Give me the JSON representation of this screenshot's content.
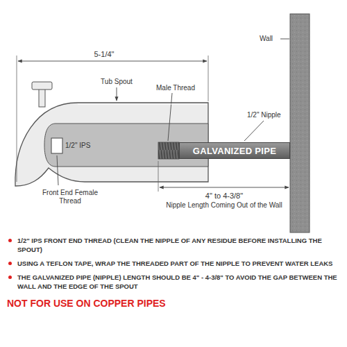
{
  "diagram": {
    "nodes": [
      {
        "text": [
          "GALVANIZED PIPE"
        ]
      }
    ],
    "labels": [
      "5-1/4\"",
      "Tub Spout",
      "Male Thread",
      "Wall",
      "1/2\" Nipple",
      "1/2\" IPS",
      "Front End Female Thread",
      "4\" to 4-3/8\"",
      "Nipple Length Coming Out of the Wall",
      "1/2\" IPS FRONT END THREAD (CLEAN THE NIPPLE OF ANY RESIDUE BEFORE INSTALLING THE SPOUT)",
      "USING A TEFLON TAPE, WRAP THE THREADED PART OF THE NIPPLE TO PREVENT WATER LEAKS",
      "THE GALVANIZED PIPE (NIPPLE) LENGTH SHOULD BE 4\" - 4-3/8\" TO AVOID THE GAP BETWEEN THE WALL AND THE EDGE OF THE SPOUT",
      "NOT FOR USE ON COPPER PIPES"
    ]
  }
}
